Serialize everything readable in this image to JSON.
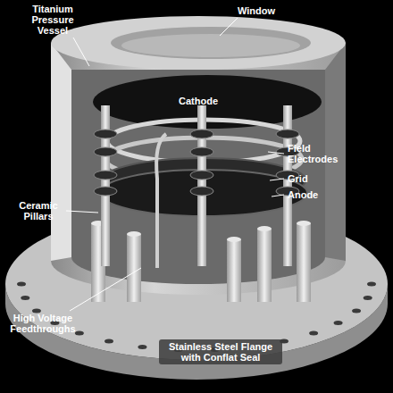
{
  "diagram": {
    "labels": [
      "Titanium Pressure Vessel",
      "Window",
      "Cathode",
      "Ceramic Pillars",
      "Field Electrodes",
      "Grid",
      "Anode",
      "Stainless Steel Flange with Conflat Seal",
      "High Voltage Feedthroughs"
    ]
  }
}
